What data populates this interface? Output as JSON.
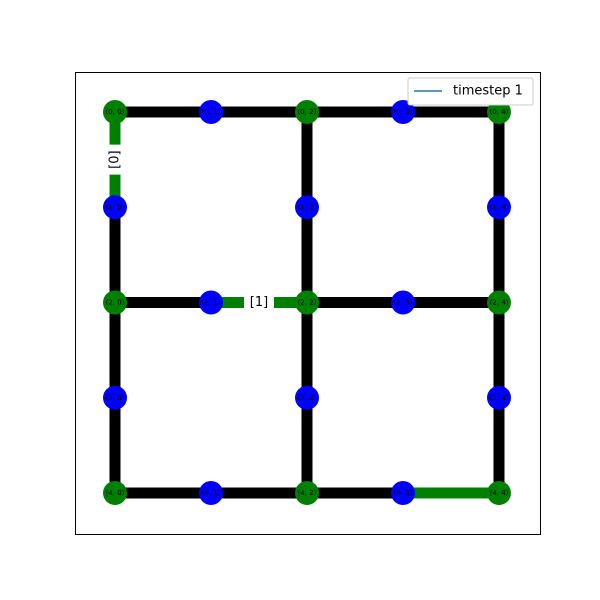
{
  "legend": {
    "label": "timestep 1",
    "line_color": "#1f77b4"
  },
  "colors": {
    "edge_default": "#000000",
    "edge_active": "#008000",
    "node_green": "#008000",
    "node_blue": "#0000ff"
  },
  "grid": {
    "rows": 5,
    "cols": 5
  },
  "nodes": [
    {
      "id": "0,0",
      "row": 0,
      "col": 0,
      "label": "(0, 0)",
      "color": "green"
    },
    {
      "id": "0,1",
      "row": 0,
      "col": 1,
      "label": "(0, 1)",
      "color": "blue"
    },
    {
      "id": "0,2",
      "row": 0,
      "col": 2,
      "label": "(0, 2)",
      "color": "green"
    },
    {
      "id": "0,3",
      "row": 0,
      "col": 3,
      "label": "(0, 3)",
      "color": "blue"
    },
    {
      "id": "0,4",
      "row": 0,
      "col": 4,
      "label": "(0, 4)",
      "color": "green"
    },
    {
      "id": "1,0",
      "row": 1,
      "col": 0,
      "label": "(1, 0)",
      "color": "blue"
    },
    {
      "id": "1,2",
      "row": 1,
      "col": 2,
      "label": "(1, 2)",
      "color": "blue"
    },
    {
      "id": "1,4",
      "row": 1,
      "col": 4,
      "label": "(1, 4)",
      "color": "blue"
    },
    {
      "id": "2,0",
      "row": 2,
      "col": 0,
      "label": "(2, 0)",
      "color": "green"
    },
    {
      "id": "2,1",
      "row": 2,
      "col": 1,
      "label": "(2, 1)",
      "color": "blue"
    },
    {
      "id": "2,2",
      "row": 2,
      "col": 2,
      "label": "(2, 2)",
      "color": "green"
    },
    {
      "id": "2,3",
      "row": 2,
      "col": 3,
      "label": "(2, 3)",
      "color": "blue"
    },
    {
      "id": "2,4",
      "row": 2,
      "col": 4,
      "label": "(2, 4)",
      "color": "green"
    },
    {
      "id": "3,0",
      "row": 3,
      "col": 0,
      "label": "(3, 0)",
      "color": "blue"
    },
    {
      "id": "3,2",
      "row": 3,
      "col": 2,
      "label": "(3, 2)",
      "color": "blue"
    },
    {
      "id": "3,4",
      "row": 3,
      "col": 4,
      "label": "(3, 4)",
      "color": "blue"
    },
    {
      "id": "4,0",
      "row": 4,
      "col": 0,
      "label": "(4, 0)",
      "color": "green"
    },
    {
      "id": "4,1",
      "row": 4,
      "col": 1,
      "label": "(4, 1)",
      "color": "blue"
    },
    {
      "id": "4,2",
      "row": 4,
      "col": 2,
      "label": "(4, 2)",
      "color": "green"
    },
    {
      "id": "4,3",
      "row": 4,
      "col": 3,
      "label": "(4, 3)",
      "color": "blue"
    },
    {
      "id": "4,4",
      "row": 4,
      "col": 4,
      "label": "(4, 4)",
      "color": "green"
    }
  ],
  "edges": [
    {
      "from": "0,0",
      "to": "0,1",
      "active": false
    },
    {
      "from": "0,1",
      "to": "0,2",
      "active": false
    },
    {
      "from": "0,2",
      "to": "0,3",
      "active": false
    },
    {
      "from": "0,3",
      "to": "0,4",
      "active": false
    },
    {
      "from": "2,0",
      "to": "2,1",
      "active": false
    },
    {
      "from": "2,1",
      "to": "2,2",
      "active": true,
      "label": "[1]"
    },
    {
      "from": "2,2",
      "to": "2,3",
      "active": false
    },
    {
      "from": "2,3",
      "to": "2,4",
      "active": false
    },
    {
      "from": "4,0",
      "to": "4,1",
      "active": false
    },
    {
      "from": "4,1",
      "to": "4,2",
      "active": false
    },
    {
      "from": "4,2",
      "to": "4,3",
      "active": false
    },
    {
      "from": "4,3",
      "to": "4,4",
      "active": true
    },
    {
      "from": "0,0",
      "to": "1,0",
      "active": true,
      "label": "[0]"
    },
    {
      "from": "1,0",
      "to": "2,0",
      "active": false
    },
    {
      "from": "2,0",
      "to": "3,0",
      "active": false
    },
    {
      "from": "3,0",
      "to": "4,0",
      "active": false
    },
    {
      "from": "0,2",
      "to": "1,2",
      "active": false
    },
    {
      "from": "1,2",
      "to": "2,2",
      "active": false
    },
    {
      "from": "2,2",
      "to": "3,2",
      "active": false
    },
    {
      "from": "3,2",
      "to": "4,2",
      "active": false
    },
    {
      "from": "0,4",
      "to": "1,4",
      "active": false
    },
    {
      "from": "1,4",
      "to": "2,4",
      "active": false
    },
    {
      "from": "2,4",
      "to": "3,4",
      "active": false
    },
    {
      "from": "3,4",
      "to": "4,4",
      "active": false
    }
  ]
}
